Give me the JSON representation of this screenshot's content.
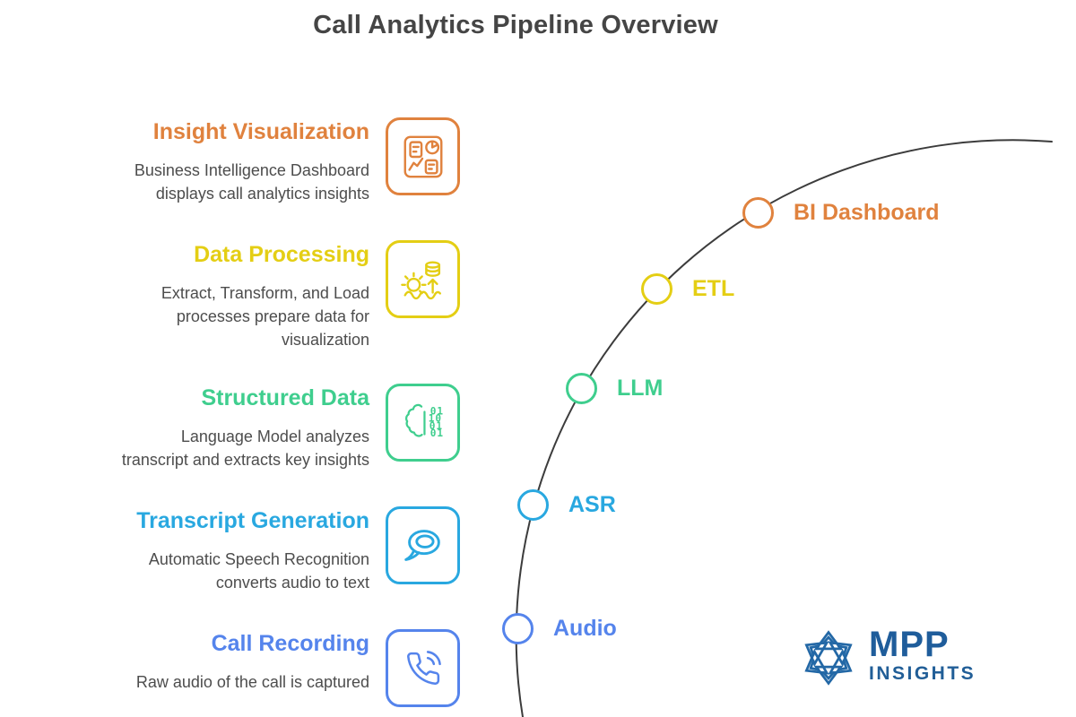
{
  "title": "Call Analytics Pipeline Overview",
  "stages": [
    {
      "title": "Insight Visualization",
      "description": "Business Intelligence Dashboard\ndisplays call analytics insights",
      "color": "#E0823E",
      "icon": "bi-dashboard-icon"
    },
    {
      "title": "Data Processing",
      "description": "Extract, Transform, and Load\nprocesses prepare data for\nvisualization",
      "color": "#E4CE14",
      "icon": "etl-gear-database-icon"
    },
    {
      "title": "Structured Data",
      "description": "Language Model analyzes\ntranscript and extracts key insights",
      "color": "#3FCE8E",
      "icon": "brain-binary-icon",
      "binary_rows": [
        "01",
        "10",
        "01",
        "01"
      ]
    },
    {
      "title": "Transcript Generation",
      "description": "Automatic Speech Recognition\nconverts audio to text",
      "color": "#29A8E0",
      "icon": "speech-bubble-icon"
    },
    {
      "title": "Call Recording",
      "description": "Raw audio of the call is captured",
      "color": "#5584EC",
      "icon": "phone-call-icon"
    }
  ],
  "nodes": [
    {
      "label": "BI Dashboard",
      "color": "#E0823E"
    },
    {
      "label": "ETL",
      "color": "#E4CE14"
    },
    {
      "label": "LLM",
      "color": "#3FCE8E"
    },
    {
      "label": "ASR",
      "color": "#29A8E0"
    },
    {
      "label": "Audio",
      "color": "#5584EC"
    }
  ],
  "arc_color": "#3C3C3C",
  "title_color": "#454545",
  "description_color": "#4D4D4D",
  "logo": {
    "brand": "MPP",
    "sub_brand": "INSIGHTS",
    "color": "#1F5D9B"
  }
}
